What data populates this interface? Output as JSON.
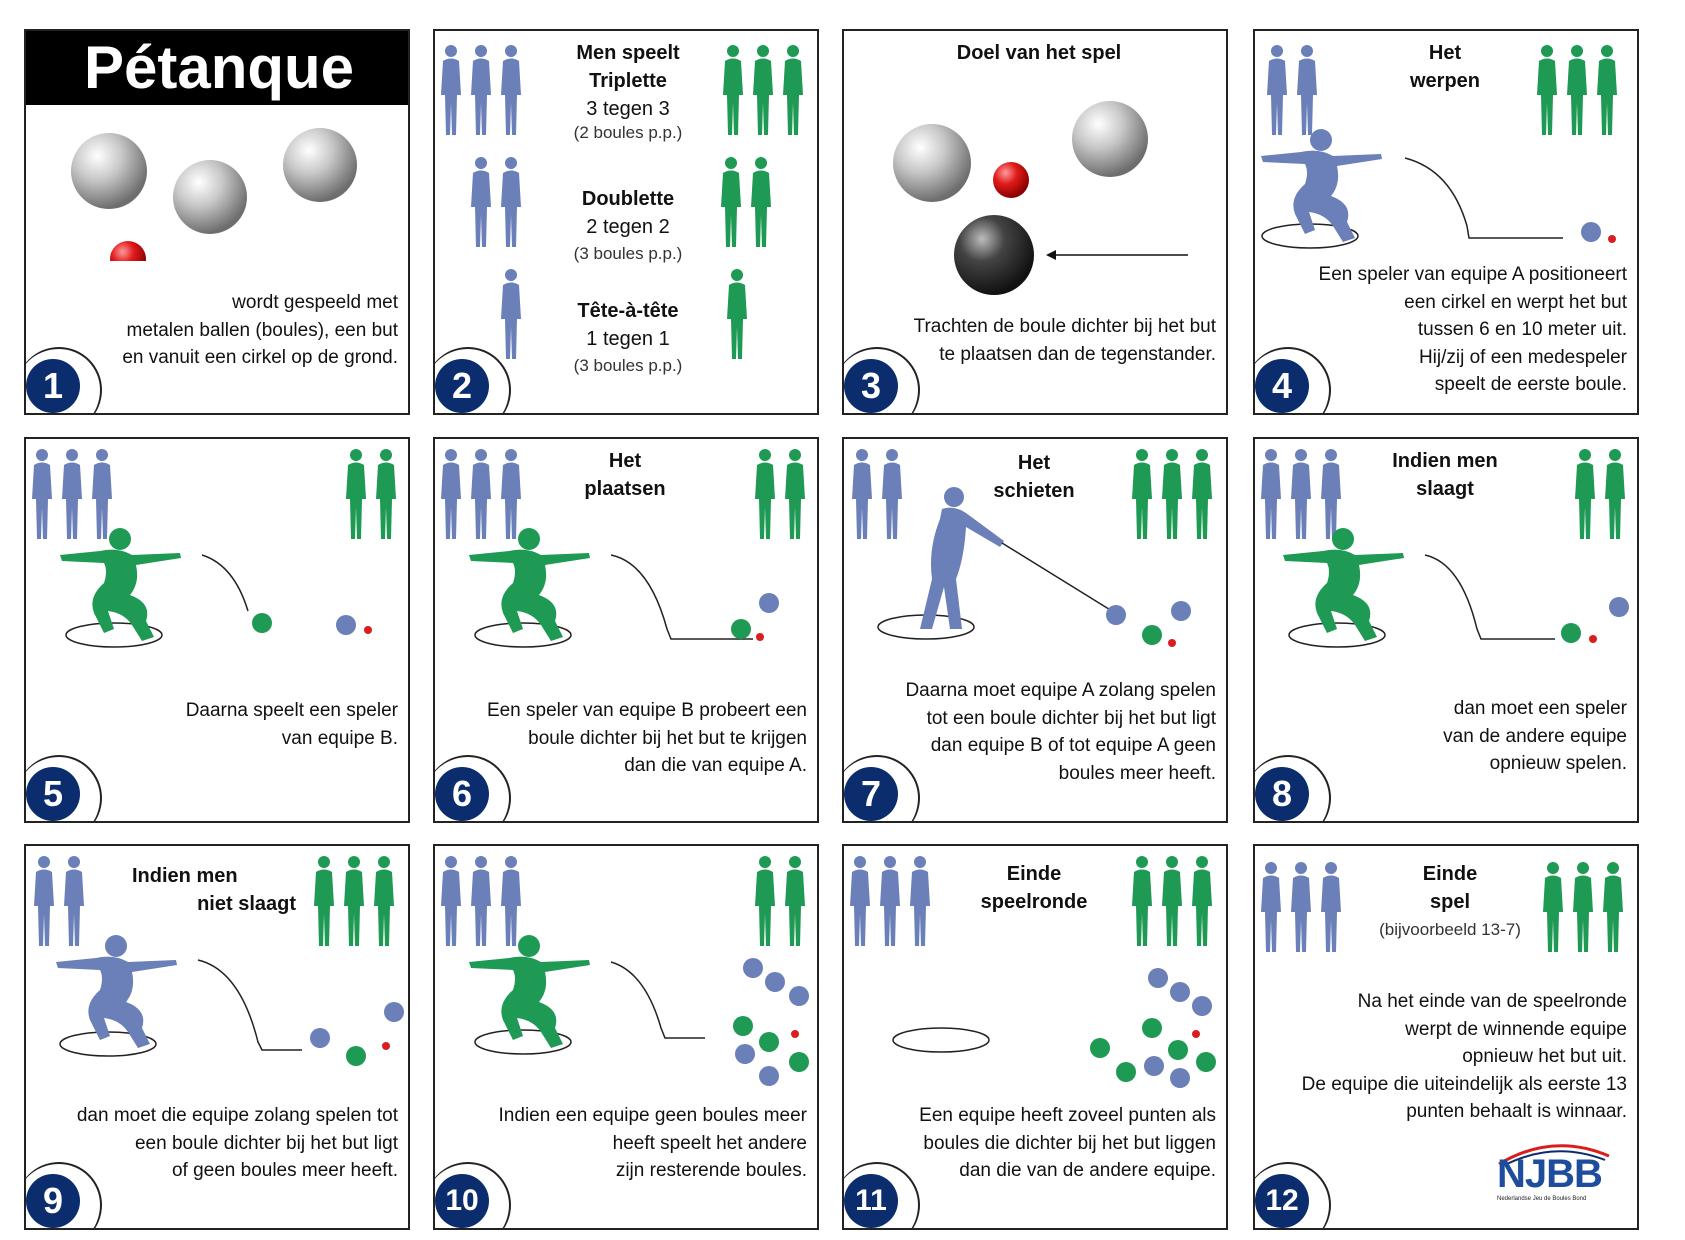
{
  "title": "Pétanque",
  "colors": {
    "blue_team": "#6b7fb8",
    "green_team": "#1f9a55",
    "number_disc": "#0b2d6e",
    "jack": "#d81e1e"
  },
  "panels": [
    {
      "num": "1",
      "desc": [
        "wordt gespeeld met",
        "metalen ballen (boules), een but",
        "en vanuit een cirkel op de grond."
      ]
    },
    {
      "num": "2",
      "formats": [
        {
          "name": [
            "Men speelt",
            "Triplette"
          ],
          "score": "3 tegen 3",
          "note": "(2 boules p.p.)"
        },
        {
          "name": [
            "Doublette"
          ],
          "score": "2 tegen 2",
          "note": "(3 boules p.p.)"
        },
        {
          "name": [
            "Tête-à-tête"
          ],
          "score": "1 tegen 1",
          "note": "(3 boules p.p.)"
        }
      ]
    },
    {
      "num": "3",
      "title": [
        "Doel van het spel"
      ],
      "desc": [
        "Trachten de boule dichter bij het but",
        "te plaatsen dan de tegenstander."
      ]
    },
    {
      "num": "4",
      "title": [
        "Het",
        "werpen"
      ],
      "desc": [
        "Een speler van equipe A positioneert",
        "een cirkel en werpt het but",
        "tussen 6 en 10 meter uit.",
        "Hij/zij of een medespeler",
        "speelt de eerste boule."
      ]
    },
    {
      "num": "5",
      "title": [],
      "desc": [
        "Daarna speelt een speler",
        "van equipe B."
      ]
    },
    {
      "num": "6",
      "title": [
        "Het",
        "plaatsen"
      ],
      "desc": [
        "Een speler van equipe B probeert een",
        "boule dichter bij het but te krijgen",
        "dan die van equipe A."
      ]
    },
    {
      "num": "7",
      "title": [
        "Het",
        "schieten"
      ],
      "desc": [
        "Daarna moet equipe A zolang spelen",
        "tot een boule dichter bij het but ligt",
        "dan equipe B of tot equipe A geen",
        "boules meer heeft."
      ]
    },
    {
      "num": "8",
      "title": [
        "Indien men",
        "slaagt"
      ],
      "desc": [
        "dan moet een speler",
        "van de andere equipe",
        "opnieuw spelen."
      ]
    },
    {
      "num": "9",
      "title": [
        "Indien men",
        "niet slaagt"
      ],
      "desc": [
        "dan moet die equipe zolang spelen tot",
        "een boule dichter bij het but ligt",
        "of geen boules meer heeft."
      ]
    },
    {
      "num": "10",
      "title": [],
      "desc": [
        "Indien een equipe geen boules meer",
        "heeft speelt het andere",
        "zijn resterende boules."
      ]
    },
    {
      "num": "11",
      "title": [
        "Einde",
        "speelronde"
      ],
      "desc": [
        "Een equipe heeft zoveel punten als",
        "boules die dichter bij het but liggen",
        "dan die van de andere equipe."
      ]
    },
    {
      "num": "12",
      "title": [
        "Einde",
        "spel"
      ],
      "subtitle": "(bijvoorbeeld 13-7)",
      "desc": [
        "Na het einde van de speelronde",
        "werpt de winnende equipe",
        "opnieuw het but uit.",
        "De equipe die uiteindelijk als eerste 13",
        "punten behaalt is winnaar."
      ],
      "logo": "NJBB",
      "logo_sub": "Nederlandse Jeu de Boules Bond"
    }
  ]
}
